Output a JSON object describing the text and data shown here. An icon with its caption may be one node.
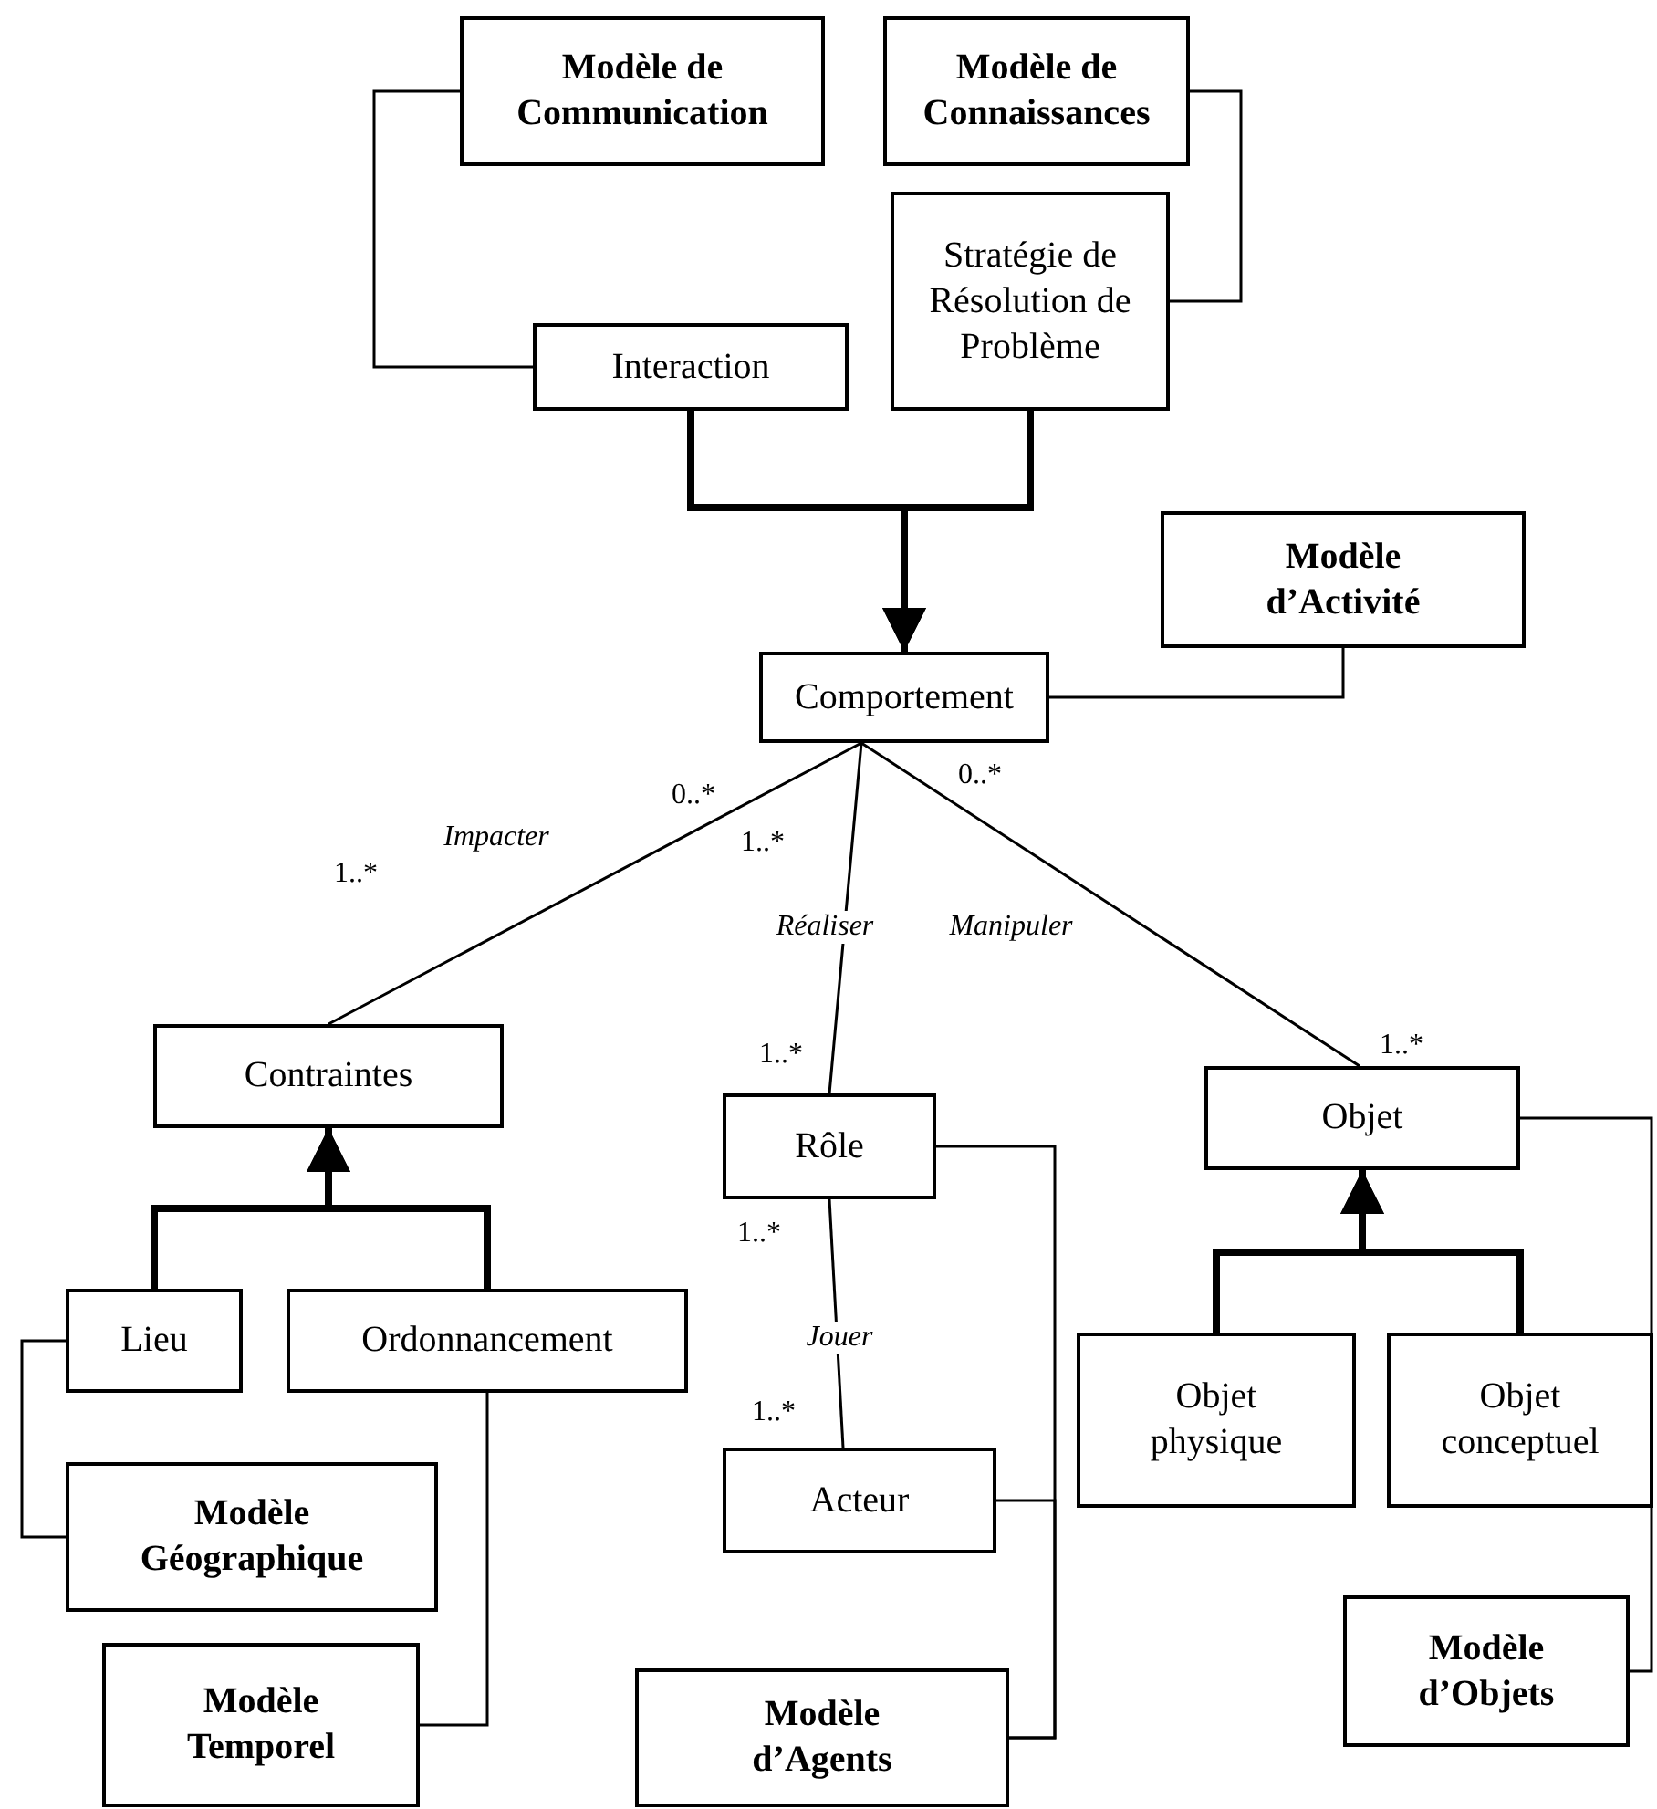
{
  "diagram": {
    "nodes": [
      {
        "text": [
          "Modèle de Communication"
        ]
      },
      {
        "text": [
          "Modèle de Connaissances"
        ]
      },
      {
        "text": [
          "Interaction"
        ]
      },
      {
        "text": [
          "Stratégie de Résolution de Problème"
        ]
      },
      {
        "text": [
          "Modèle d’Activité"
        ]
      },
      {
        "text": [
          "Comportement"
        ]
      },
      {
        "text": [
          "Contraintes"
        ]
      },
      {
        "text": [
          "Rôle"
        ]
      },
      {
        "text": [
          "Objet"
        ]
      },
      {
        "text": [
          "Lieu"
        ]
      },
      {
        "text": [
          "Ordonnancement"
        ]
      },
      {
        "text": [
          "Objet physique"
        ]
      },
      {
        "text": [
          "Objet conceptuel"
        ]
      },
      {
        "text": [
          "Acteur"
        ]
      },
      {
        "text": [
          "Modèle Géographique"
        ]
      },
      {
        "text": [
          "Modèle d’Objets"
        ]
      },
      {
        "text": [
          "Modèle Temporel"
        ]
      },
      {
        "text": [
          "Modèle d’Agents"
        ]
      }
    ],
    "edges": [
      {
        "from": 0,
        "to": 2,
        "arrow": "none"
      },
      {
        "from": 1,
        "to": 3,
        "arrow": "none"
      },
      {
        "from": 2,
        "to": 5,
        "arrow": "to",
        "style": "thick"
      },
      {
        "from": 3,
        "to": 5,
        "arrow": "to",
        "style": "thick"
      },
      {
        "from": 5,
        "to": 4,
        "arrow": "none"
      },
      {
        "from": 5,
        "to": 6,
        "arrow": "none",
        "label": "Impacter"
      },
      {
        "from": 5,
        "to": 7,
        "arrow": "none",
        "label": "Réaliser"
      },
      {
        "from": 5,
        "to": 8,
        "arrow": "none",
        "label": "Manipuler"
      },
      {
        "from": 9,
        "to": 6,
        "arrow": "to",
        "style": "thick"
      },
      {
        "from": 10,
        "to": 6,
        "arrow": "to",
        "style": "thick"
      },
      {
        "from": 7,
        "to": 17,
        "arrow": "none"
      },
      {
        "from": 13,
        "to": 17,
        "arrow": "none"
      },
      {
        "from": 7,
        "to": 13,
        "arrow": "none",
        "label": "Jouer"
      },
      {
        "from": 9,
        "to": 14,
        "arrow": "none"
      },
      {
        "from": 10,
        "to": 16,
        "arrow": "none"
      },
      {
        "from": 8,
        "to": 15,
        "arrow": "none"
      },
      {
        "from": 11,
        "to": 8,
        "arrow": "to",
        "style": "thick"
      },
      {
        "from": 12,
        "to": 8,
        "arrow": "to",
        "style": "thick"
      }
    ],
    "labels": [
      "0..*",
      "0..*",
      "1..*",
      "1..*",
      "1..*",
      "1..*",
      "1..*",
      "1..*"
    ]
  }
}
